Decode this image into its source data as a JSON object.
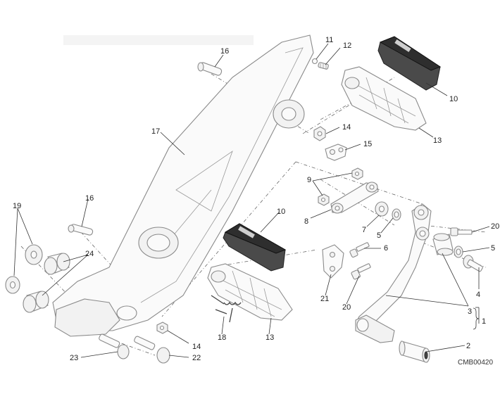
{
  "callouts": {
    "c1": "1",
    "c2": "2",
    "c3": "3",
    "c4": "4",
    "c5a": "5",
    "c5b": "5",
    "c6": "6",
    "c7": "7",
    "c8": "8",
    "c9": "9",
    "c10a": "10",
    "c10b": "10",
    "c11": "11",
    "c12": "12",
    "c13a": "13",
    "c13b": "13",
    "c14a": "14",
    "c14b": "14",
    "c15": "15",
    "c16a": "16",
    "c16b": "16",
    "c17": "17",
    "c18": "18",
    "c19": "19",
    "c20a": "20",
    "c20b": "20",
    "c21": "21",
    "c22": "22",
    "c23": "23",
    "c24": "24"
  },
  "drawing_code": "CMB00420",
  "colors": {
    "line": "#333333",
    "part_outline": "#8a8a8a",
    "rubber_pad": "#4a4a4a"
  }
}
